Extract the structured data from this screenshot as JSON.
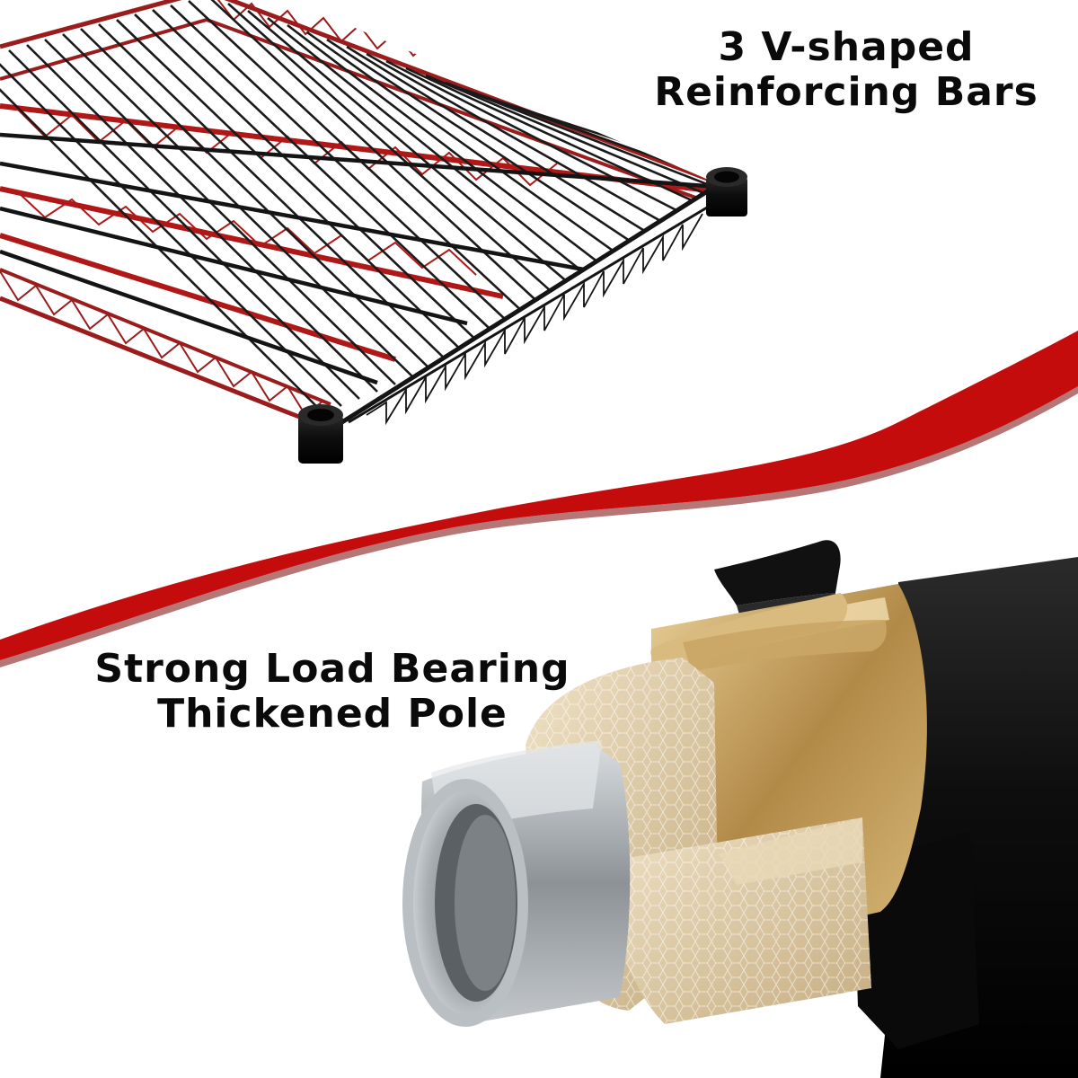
{
  "headline_top": {
    "line1": "3 V-shaped",
    "line2": "Reinforcing Bars"
  },
  "headline_bottom": {
    "line1": "Strong Load Bearing",
    "line2": "Thickened Pole"
  },
  "colors": {
    "background": "#ffffff",
    "accent_red": "#c40c0c",
    "wire_red": "#9a1c1c",
    "wire_black": "#1a1a1a",
    "pole_black": "#0d0d0d",
    "gold": "#c9a665",
    "steel": "#9ea3a8"
  },
  "icons": {
    "shelf": "wire-shelf-illustration",
    "pole": "layered-pole-illustration"
  }
}
